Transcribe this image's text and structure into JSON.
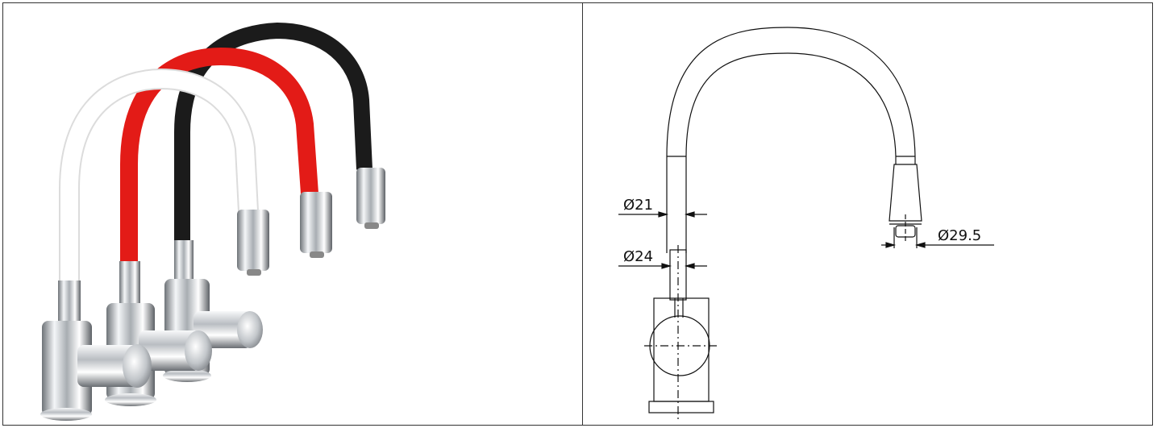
{
  "product_image": {
    "variants": [
      {
        "color_name": "white",
        "hose_color": "#ffffff"
      },
      {
        "color_name": "red",
        "hose_color": "#e31b17"
      },
      {
        "color_name": "black",
        "hose_color": "#1b1b1b"
      }
    ],
    "chrome_color": "#c9ccd0"
  },
  "technical_drawing": {
    "dimensions": {
      "hose_diameter": "Ø21",
      "body_diameter": "Ø24",
      "spray_head_diameter": "Ø29.5"
    }
  }
}
